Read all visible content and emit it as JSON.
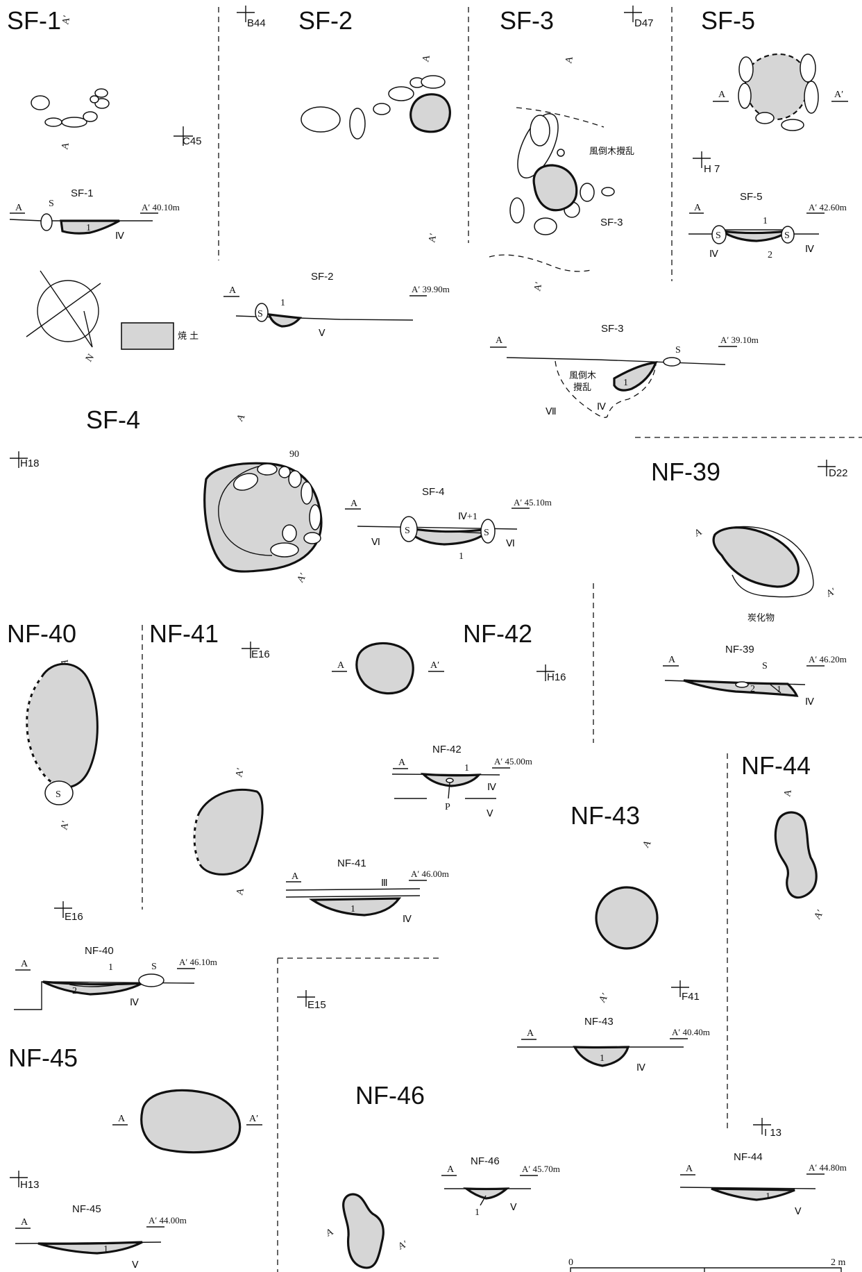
{
  "features": {
    "sf1": {
      "title": "SF-1",
      "grid": "C45",
      "section": "SF-1",
      "elev": "A′ 40.10m"
    },
    "sf2": {
      "title": "SF-2",
      "grid": "B44",
      "section": "SF-2",
      "elev": "A′ 39.90m"
    },
    "sf3": {
      "title": "SF-3",
      "grid": "D47",
      "section": "SF-3",
      "elev": "A′ 39.10m",
      "note": "風倒木攪乱",
      "note2a": "風倒木",
      "note2b": "攪乱"
    },
    "sf4": {
      "title": "SF-4",
      "grid": "H18",
      "section": "SF-4",
      "elev": "A′ 45.10m",
      "num": "90"
    },
    "sf5": {
      "title": "SF-5",
      "grid": "H 7",
      "section": "SF-5",
      "elev": "A′ 42.60m"
    },
    "nf39": {
      "title": "NF-39",
      "grid": "D22",
      "section": "NF-39",
      "elev": "A′ 46.20m",
      "note": "炭化物"
    },
    "nf40": {
      "title": "NF-40",
      "grid": "E16",
      "section": "NF-40",
      "elev": "A′ 46.10m"
    },
    "nf41": {
      "title": "NF-41",
      "grid": "E16",
      "section": "NF-41",
      "elev": "A′ 46.00m"
    },
    "nf42": {
      "title": "NF-42",
      "grid": "H16",
      "section": "NF-42",
      "elev": "A′ 45.00m"
    },
    "nf43": {
      "title": "NF-43",
      "grid": "F41",
      "section": "NF-43",
      "elev": "A′ 40.40m"
    },
    "nf44": {
      "title": "NF-44",
      "grid": "I 13",
      "section": "NF-44",
      "elev": "A′ 44.80m"
    },
    "nf45": {
      "title": "NF-45",
      "grid": "H13",
      "section": "NF-45",
      "elev": "A′ 44.00m"
    },
    "nf46": {
      "title": "NF-46",
      "grid": "E15",
      "section": "NF-46",
      "elev": "A′ 45.70m"
    }
  },
  "labels": {
    "A": "A",
    "Ap": "A′",
    "S": "S",
    "P": "P",
    "n1": "1",
    "n2": "2",
    "IV": "Ⅳ",
    "V": "Ⅴ",
    "VI": "Ⅵ",
    "VII": "Ⅶ",
    "III": "Ⅲ",
    "IV1": "Ⅳ+1"
  },
  "legend": {
    "burnt_soil": "焼 土",
    "north": "N"
  },
  "scale": {
    "zero": "0",
    "max": "2 m"
  },
  "colors": {
    "fill": "#d6d6d6",
    "ink": "#111111"
  }
}
